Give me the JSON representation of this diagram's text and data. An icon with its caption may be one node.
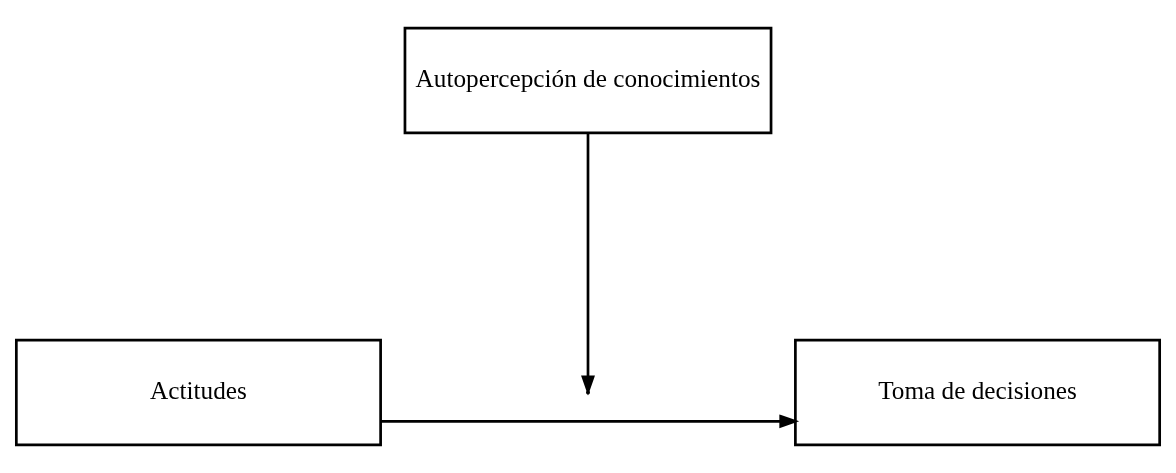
{
  "diagram": {
    "nodes": [
      {
        "text": [
          "Autopercepción de conocimientos"
        ]
      },
      {
        "text": [
          "Actitudes"
        ]
      },
      {
        "text": [
          "Toma de decisiones"
        ]
      }
    ],
    "edges": [
      {
        "from": 1,
        "to": 2,
        "arrow": "to"
      },
      {
        "from": 0,
        "to": null,
        "arrow": "to"
      }
    ]
  }
}
